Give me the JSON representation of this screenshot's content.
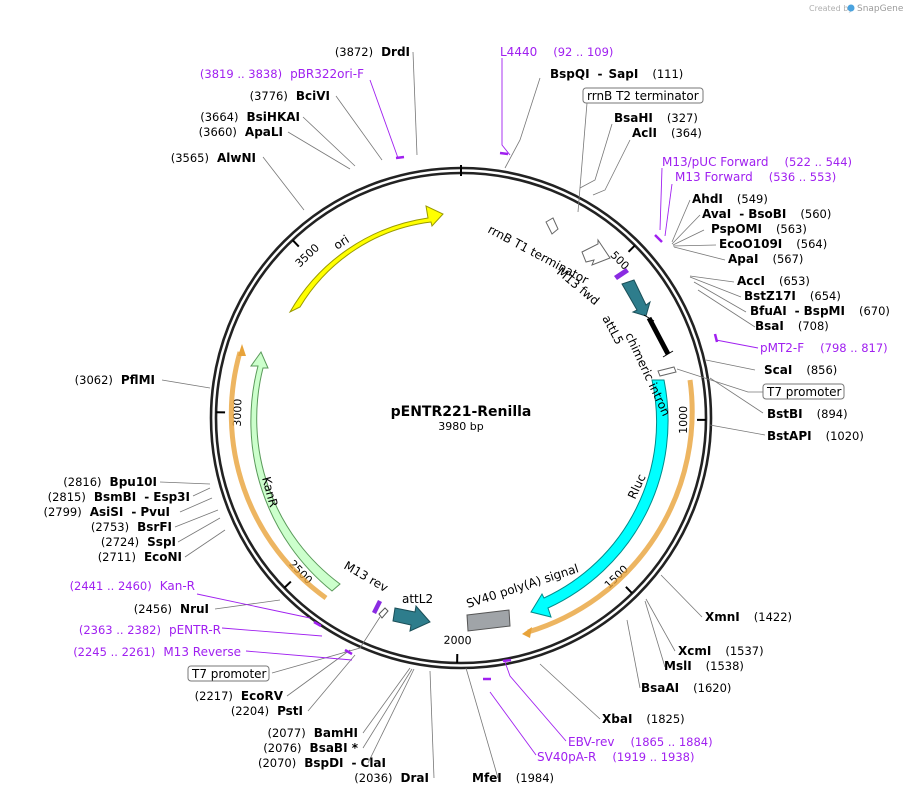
{
  "credit": {
    "text": "Created by",
    "brand": "SnapGene"
  },
  "plasmid": {
    "name": "pENTR221-Renilla",
    "length_label": "3980 bp",
    "length": 3980
  },
  "ticks": [
    {
      "bp": 500,
      "label": "500"
    },
    {
      "bp": 1000,
      "label": "1000"
    },
    {
      "bp": 1500,
      "label": "1500"
    },
    {
      "bp": 2000,
      "label": "2000"
    },
    {
      "bp": 2500,
      "label": "2500"
    },
    {
      "bp": 3000,
      "label": "3000"
    },
    {
      "bp": 3500,
      "label": "3500"
    }
  ],
  "sites_right": [
    {
      "name": "BspQI",
      "sep": "-",
      "name2": "SapI",
      "pos": "(111)"
    },
    {
      "name": "BsaHI",
      "pos": "(327)"
    },
    {
      "name": "AclI",
      "pos": "(364)"
    },
    {
      "name": "AhdI",
      "pos": "(549)"
    },
    {
      "name": "AvaI",
      "sep": "-",
      "name2": "BsoBI",
      "pos": "(560)"
    },
    {
      "name": "PspOMI",
      "pos": "(563)"
    },
    {
      "name": "EcoO109I",
      "pos": "(564)"
    },
    {
      "name": "ApaI",
      "pos": "(567)"
    },
    {
      "name": "AccI",
      "pos": "(653)"
    },
    {
      "name": "BstZ17I",
      "pos": "(654)"
    },
    {
      "name": "BfuAI",
      "sep": "-",
      "name2": "BspMI",
      "pos": "(670)"
    },
    {
      "name": "BsaI",
      "pos": "(708)"
    },
    {
      "name": "ScaI",
      "pos": "(856)"
    },
    {
      "name": "BstBI",
      "pos": "(894)"
    },
    {
      "name": "BstAPI",
      "pos": "(1020)"
    },
    {
      "name": "XmnI",
      "pos": "(1422)"
    },
    {
      "name": "XcmI",
      "pos": "(1537)"
    },
    {
      "name": "MslI",
      "pos": "(1538)"
    },
    {
      "name": "BsaAI",
      "pos": "(1620)"
    },
    {
      "name": "XbaI",
      "pos": "(1825)"
    },
    {
      "name": "MfeI",
      "pos": "(1984)"
    }
  ],
  "sites_left": [
    {
      "name": "DrdI",
      "pos": "(3872)"
    },
    {
      "name": "BciVI",
      "pos": "(3776)"
    },
    {
      "name": "BsiHKAI",
      "pos": "(3664)"
    },
    {
      "name": "ApaLI",
      "pos": "(3660)"
    },
    {
      "name": "AlwNI",
      "pos": "(3565)"
    },
    {
      "name": "PflMI",
      "pos": "(3062)"
    },
    {
      "name": "Bpu10I",
      "pos": "(2816)"
    },
    {
      "name": "BsmBI",
      "sep": "-",
      "name2": "Esp3I",
      "pos": "(2815)"
    },
    {
      "name": "AsiSI",
      "sep": "-",
      "name2": "PvuI",
      "pos": "(2799)"
    },
    {
      "name": "BsrFI",
      "pos": "(2753)"
    },
    {
      "name": "SspI",
      "pos": "(2724)"
    },
    {
      "name": "EcoNI",
      "pos": "(2711)"
    },
    {
      "name": "NruI",
      "pos": "(2456)"
    },
    {
      "name": "EcoRV",
      "pos": "(2217)"
    },
    {
      "name": "PstI",
      "pos": "(2204)"
    },
    {
      "name": "BamHI",
      "pos": "(2077)"
    },
    {
      "name": "BsaBI *",
      "pos": "(2076)"
    },
    {
      "name": "BspDI",
      "sep": "-",
      "name2": "ClaI",
      "pos": "(2070)"
    },
    {
      "name": "DraI",
      "pos": "(2036)"
    }
  ],
  "primers": [
    {
      "name": "L4440",
      "range": "(92 .. 109)"
    },
    {
      "name": "pBR322ori-F",
      "range": "(3819 .. 3838)"
    },
    {
      "name": "M13/pUC Forward",
      "range": "(522 .. 544)"
    },
    {
      "name": "M13 Forward",
      "range": "(536 .. 553)"
    },
    {
      "name": "pMT2-F",
      "range": "(798 .. 817)"
    },
    {
      "name": "Kan-R",
      "range": "(2441 .. 2460)"
    },
    {
      "name": "pENTR-R",
      "range": "(2363 .. 2382)"
    },
    {
      "name": "M13 Reverse",
      "range": "(2245 .. 2261)"
    },
    {
      "name": "EBV-rev",
      "range": "(1865 .. 1884)"
    },
    {
      "name": "SV40pA-R",
      "range": "(1919 .. 1938)"
    }
  ],
  "boxed_labels": [
    {
      "text": "rrnB T2 terminator"
    },
    {
      "text": "T7 promoter"
    },
    {
      "text": "T7 promoter"
    }
  ],
  "features": [
    {
      "name": "ori",
      "color": "#ffff00"
    },
    {
      "name": "KanR",
      "color": "#ccffcc"
    },
    {
      "name": "Rluc",
      "color": "#00ffff"
    },
    {
      "name": "attL2",
      "color": "#2e7d8c"
    },
    {
      "name": "attL5",
      "color": "#2e7d8c"
    },
    {
      "name": "chimeric intron",
      "color": "#000000"
    },
    {
      "name": "M13 rev",
      "color": "#8a2be2"
    },
    {
      "name": "M13 fwd",
      "color": "#8a2be2"
    },
    {
      "name": "rrnB T1 terminator",
      "color": "#ffffff"
    },
    {
      "name": "SV40 poly(A) signal",
      "color": "#a0a4a8"
    }
  ]
}
